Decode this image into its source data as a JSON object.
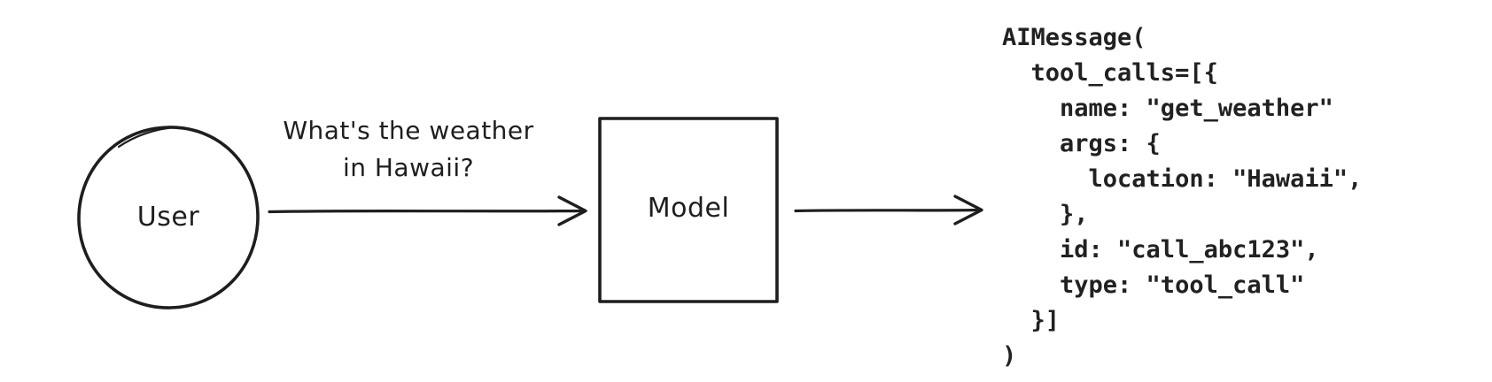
{
  "diagram": {
    "user_node": {
      "label": "User"
    },
    "model_node": {
      "label": "Model"
    },
    "request_arrow": {
      "label_line1": "What's the weather",
      "label_line2": "in Hawaii?"
    },
    "output_code": "AIMessage(\n  tool_calls=[{\n    name: \"get_weather\"\n    args: {\n      location: \"Hawaii\",\n    },\n    id: \"call_abc123\",\n    type: \"tool_call\"\n  }]\n)"
  },
  "colors": {
    "ink": "#1e1e1e",
    "code_ink": "#212121",
    "background": "#ffffff"
  }
}
